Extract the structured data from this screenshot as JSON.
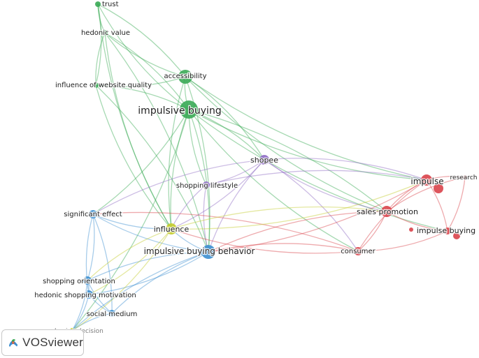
{
  "app": {
    "name": "VOSviewer"
  },
  "clusters": {
    "green": "#3aaa55",
    "blue": "#3c8fd0",
    "red": "#d9434a",
    "purple": "#8e6bc4",
    "yellow": "#c4cc2c"
  },
  "nodes": [
    {
      "id": "trust",
      "label": "trust",
      "cluster": "green"
    },
    {
      "id": "hedonic_value",
      "label": "hedonic value",
      "cluster": "green"
    },
    {
      "id": "accessibility",
      "label": "accessibility",
      "cluster": "green"
    },
    {
      "id": "website_quality",
      "label": "influence of website quality",
      "cluster": "green"
    },
    {
      "id": "impulsive_buying",
      "label": "impulsive buying",
      "cluster": "green"
    },
    {
      "id": "shopee",
      "label": "shopee",
      "cluster": "purple"
    },
    {
      "id": "shopping_lifestyle",
      "label": "shopping lifestyle",
      "cluster": "purple"
    },
    {
      "id": "impulse",
      "label": "impulse",
      "cluster": "red"
    },
    {
      "id": "research",
      "label": "research",
      "cluster": "red"
    },
    {
      "id": "sales_promotion",
      "label": "sales promotion",
      "cluster": "red"
    },
    {
      "id": "impulse_buying",
      "label": "impulse buying",
      "cluster": "red"
    },
    {
      "id": "consumer",
      "label": "consumer",
      "cluster": "red"
    },
    {
      "id": "significant_effect",
      "label": "significant effect",
      "cluster": "blue"
    },
    {
      "id": "influence",
      "label": "influence",
      "cluster": "yellow"
    },
    {
      "id": "ibb",
      "label": "impulsive buying behavior",
      "cluster": "blue"
    },
    {
      "id": "shopping_orientation",
      "label": "shopping orientation",
      "cluster": "blue"
    },
    {
      "id": "hsm",
      "label": "hedonic shopping motivation",
      "cluster": "blue"
    },
    {
      "id": "social_medium",
      "label": "social medium",
      "cluster": "blue"
    },
    {
      "id": "purchasing_decision",
      "label": "purchasing decision",
      "cluster": "yellow"
    }
  ],
  "links": [
    [
      "impulsive_buying",
      "accessibility"
    ],
    [
      "impulsive_buying",
      "hedonic_value"
    ],
    [
      "impulsive_buying",
      "trust"
    ],
    [
      "impulsive_buying",
      "website_quality"
    ],
    [
      "impulsive_buying",
      "shopee"
    ],
    [
      "impulsive_buying",
      "shopping_lifestyle"
    ],
    [
      "impulsive_buying",
      "significant_effect"
    ],
    [
      "impulsive_buying",
      "influence"
    ],
    [
      "impulsive_buying",
      "ibb"
    ],
    [
      "impulsive_buying",
      "impulse"
    ],
    [
      "impulsive_buying",
      "sales_promotion"
    ],
    [
      "impulsive_buying",
      "consumer"
    ],
    [
      "impulsive_buying",
      "purchasing_decision"
    ],
    [
      "impulsive_buying",
      "impulse_buying"
    ],
    [
      "accessibility",
      "hedonic_value"
    ],
    [
      "accessibility",
      "trust"
    ],
    [
      "accessibility",
      "website_quality"
    ],
    [
      "accessibility",
      "impulse"
    ],
    [
      "accessibility",
      "shopee"
    ],
    [
      "accessibility",
      "influence"
    ],
    [
      "accessibility",
      "ibb"
    ],
    [
      "accessibility",
      "sales_promotion"
    ],
    [
      "hedonic_value",
      "trust"
    ],
    [
      "hedonic_value",
      "website_quality"
    ],
    [
      "hedonic_value",
      "ibb"
    ],
    [
      "hedonic_value",
      "influence"
    ],
    [
      "trust",
      "website_quality"
    ],
    [
      "trust",
      "influence"
    ],
    [
      "website_quality",
      "ibb"
    ],
    [
      "website_quality",
      "influence"
    ],
    [
      "shopee",
      "impulse"
    ],
    [
      "shopee",
      "sales_promotion"
    ],
    [
      "shopee",
      "shopping_lifestyle"
    ],
    [
      "shopee",
      "ibb"
    ],
    [
      "shopee",
      "influence"
    ],
    [
      "shopee",
      "significant_effect"
    ],
    [
      "shopee",
      "consumer"
    ],
    [
      "shopping_lifestyle",
      "ibb"
    ],
    [
      "shopping_lifestyle",
      "impulse"
    ],
    [
      "shopping_lifestyle",
      "influence"
    ],
    [
      "impulse",
      "research"
    ],
    [
      "impulse",
      "sales_promotion"
    ],
    [
      "impulse",
      "impulse_buying"
    ],
    [
      "impulse",
      "consumer"
    ],
    [
      "impulse",
      "ibb"
    ],
    [
      "research",
      "sales_promotion"
    ],
    [
      "research",
      "impulse_buying"
    ],
    [
      "sales_promotion",
      "impulse_buying"
    ],
    [
      "sales_promotion",
      "consumer"
    ],
    [
      "sales_promotion",
      "ibb"
    ],
    [
      "impulse_buying",
      "consumer"
    ],
    [
      "consumer",
      "ibb"
    ],
    [
      "consumer",
      "influence"
    ],
    [
      "consumer",
      "significant_effect"
    ],
    [
      "ibb",
      "significant_effect"
    ],
    [
      "ibb",
      "shopping_orientation"
    ],
    [
      "ibb",
      "hsm"
    ],
    [
      "ibb",
      "social_medium"
    ],
    [
      "ibb",
      "influence"
    ],
    [
      "ibb",
      "purchasing_decision"
    ],
    [
      "significant_effect",
      "shopping_orientation"
    ],
    [
      "significant_effect",
      "hsm"
    ],
    [
      "significant_effect",
      "social_medium"
    ],
    [
      "significant_effect",
      "influence"
    ],
    [
      "shopping_orientation",
      "hsm"
    ],
    [
      "shopping_orientation",
      "social_medium"
    ],
    [
      "shopping_orientation",
      "purchasing_decision"
    ],
    [
      "hsm",
      "social_medium"
    ],
    [
      "hsm",
      "purchasing_decision"
    ],
    [
      "social_medium",
      "purchasing_decision"
    ],
    [
      "influence",
      "purchasing_decision"
    ],
    [
      "influence",
      "shopping_orientation"
    ],
    [
      "influence",
      "hsm"
    ],
    [
      "influence",
      "impulse"
    ],
    [
      "influence",
      "sales_promotion"
    ]
  ]
}
